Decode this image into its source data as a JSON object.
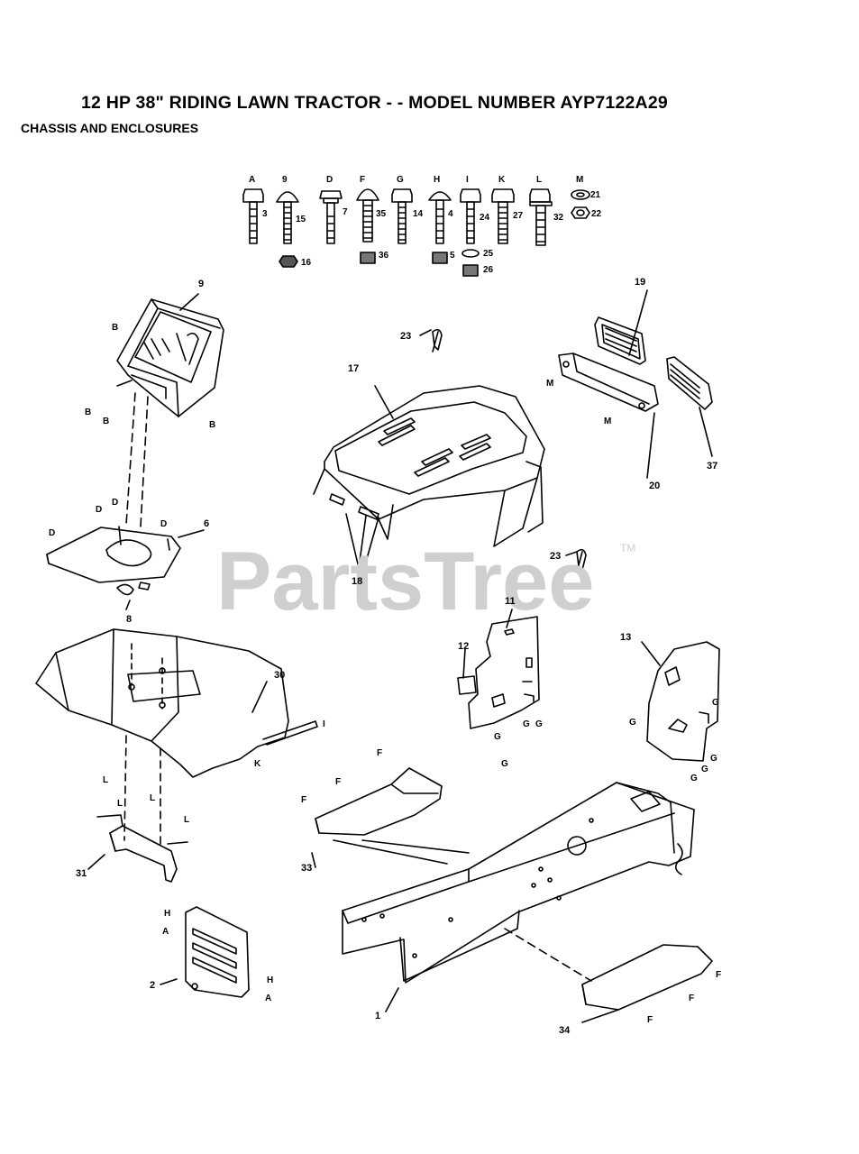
{
  "header": {
    "title": "12 HP 38\" RIDING LAWN TRACTOR - - MODEL NUMBER AYP7122A29",
    "subtitle": "CHASSIS AND ENCLOSURES"
  },
  "watermark": {
    "text": "PartsTree",
    "mark": "TM"
  },
  "hardware": {
    "columns": [
      {
        "letter": "A",
        "part": "3"
      },
      {
        "letter": "9",
        "part": "15",
        "nut": "16"
      },
      {
        "letter": "D",
        "part": "7"
      },
      {
        "letter": "F",
        "part": "35",
        "nut": "36"
      },
      {
        "letter": "G",
        "part": "14"
      },
      {
        "letter": "H",
        "part": "4",
        "nut": "5"
      },
      {
        "letter": "I",
        "part": "24",
        "washer": "25",
        "nut": "26"
      },
      {
        "letter": "K",
        "part": "27"
      },
      {
        "letter": "L",
        "part": "32"
      },
      {
        "letter": "M",
        "washer": "21",
        "nut": "22"
      }
    ]
  },
  "callouts": {
    "c9": "9",
    "c6": "6",
    "c8": "8",
    "c17": "17",
    "c18": "18",
    "c19": "19",
    "c20": "20",
    "c37": "37",
    "c23a": "23",
    "c23b": "23",
    "c11": "11",
    "c12": "12",
    "c13": "13",
    "c30": "30",
    "c31": "31",
    "c33": "33",
    "c2": "2",
    "c1": "1",
    "c34": "34"
  },
  "letters": {
    "B": "B",
    "D": "D",
    "M": "M",
    "G": "G",
    "I": "I",
    "K": "K",
    "L": "L",
    "F": "F",
    "H": "H",
    "A": "A"
  }
}
